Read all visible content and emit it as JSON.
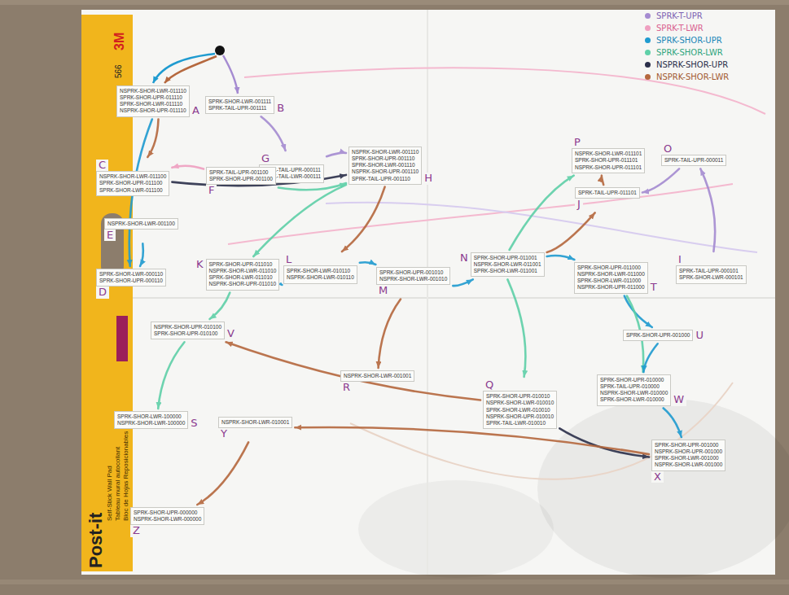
{
  "diagram": {
    "nodes": [
      {
        "text": [
          "A",
          "NSPRK-SHOR-LWR-011110",
          "SPRK-SHOR-UPR-011110",
          "SPRK-SHOR-LWR-011110",
          "NSPRK-SHOR-UPR-011110"
        ]
      },
      {
        "text": [
          "B",
          "SPRK-SHOR-LWR-001111",
          "SPRK-TAIL-UPR-001111"
        ]
      },
      {
        "text": [
          "G",
          "SPRK-TAIL-UPR-000111",
          "SPRK-TAIL-LWR-000111"
        ]
      },
      {
        "text": [
          "H",
          "NSPRK-SHOR-LWR-001110",
          "SPRK-SHOR-UPR-001110",
          "SPRK-SHOR-LWR-001110",
          "NSPRK-SHOR-UPR-001110",
          "SPRK-TAIL-UPR-001110"
        ]
      },
      {
        "text": [
          "P",
          "NSPRK-SHOR-LWR-011101",
          "SPRK-SHOR-UPR-011101",
          "NSPRK-SHOR-UPR-011101"
        ]
      },
      {
        "text": [
          "O",
          "SPRK-TAIL-UPR-000011"
        ]
      },
      {
        "text": [
          "C",
          "NSPRK-SHOR-LWR-011100",
          "SPRK-SHOR-UPR-011100",
          "SPRK-SHOR-LWR-011100"
        ]
      },
      {
        "text": [
          "F",
          "SPRK-TAIL-UPR-001100",
          "SPRK-SHOR-UPR-001100"
        ]
      },
      {
        "text": [
          "J",
          "SPRK-TAIL-UPR-011101"
        ]
      },
      {
        "text": [
          "E",
          "NSPRK-SHOR-LWR-001100"
        ]
      },
      {
        "text": [
          "D",
          "SPRK-SHOR-LWR-000110",
          "SPRK-SHOR-UPR-000110"
        ]
      },
      {
        "text": [
          "K",
          "SPRK-SHOR-UPR-011010",
          "NSPRK-SHOR-LWR-011010",
          "SPRK-SHOR-LWR-011010",
          "NSPRK-SHOR-UPR-011010"
        ]
      },
      {
        "text": [
          "L",
          "SPRK-SHOR-LWR-010110",
          "NSPRK-SHOR-LWR-010110"
        ]
      },
      {
        "text": [
          "M",
          "SPRK-SHOR-UPR-001010",
          "NSPRK-SHOR-LWR-001010"
        ]
      },
      {
        "text": [
          "N",
          "SPRK-SHOR-UPR-011001",
          "NSPRK-SHOR-LWR-011001",
          "SPRK-SHOR-LWR-011001"
        ]
      },
      {
        "text": [
          "T",
          "SPRK-SHOR-UPR-011000",
          "NSPRK-SHOR-LWR-011000",
          "SPRK-SHOR-LWR-011000",
          "NSPRK-SHOR-UPR-011000"
        ]
      },
      {
        "text": [
          "I",
          "SPRK-TAIL-UPR-000101",
          "SPRK-SHOR-LWR-000101"
        ]
      },
      {
        "text": [
          "V",
          "NSPRK-SHOR-UPR-010100",
          "SPRK-SHOR-UPR-010100"
        ]
      },
      {
        "text": [
          "U",
          "SPRK-SHOR-UPR-001000"
        ]
      },
      {
        "text": [
          "R",
          "NSPRK-SHOR-LWR-001001"
        ]
      },
      {
        "text": [
          "Q",
          "SPRK-SHOR-UPR-010010",
          "NSPRK-SHOR-LWR-010010",
          "SPRK-SHOR-LWR-010010",
          "NSPRK-SHOR-UPR-010010",
          "SPRK-TAIL-LWR-010010"
        ]
      },
      {
        "text": [
          "W",
          "SPRK-SHOR-UPR-010000",
          "SPRK-TAIL-UPR-010000",
          "NSPRK-SHOR-LWR-010000",
          "SPRK-SHOR-LWR-010000"
        ]
      },
      {
        "text": [
          "S",
          "SPRK-SHOR-LWR-100000",
          "NSPRK-SHOR-LWR-100000"
        ]
      },
      {
        "text": [
          "Y",
          "NSPRK-SHOR-LWR-010001"
        ]
      },
      {
        "text": [
          "X",
          "SPRK-SHOR-UPR-001000",
          "NSPRK-SHOR-UPR-001000",
          "SPRK-SHOR-LWR-001000",
          "NSPRK-SHOR-LWR-001000"
        ]
      },
      {
        "text": [
          "Z",
          "SPRK-SHOR-UPR-000000",
          "NSPRK-SHOR-LWR-000000"
        ]
      }
    ],
    "edges": [
      {
        "from": 0,
        "to": 6,
        "arrow": "to"
      },
      {
        "from": 0,
        "to": 10,
        "arrow": "to"
      },
      {
        "from": 1,
        "to": 2,
        "arrow": "to"
      },
      {
        "from": 6,
        "to": 3,
        "arrow": "to"
      },
      {
        "from": 9,
        "to": 10,
        "arrow": "to"
      },
      {
        "from": 7,
        "to": 3,
        "arrow": "to"
      },
      {
        "from": 2,
        "to": 3,
        "arrow": "to"
      },
      {
        "from": 3,
        "to": 11,
        "arrow": "to"
      },
      {
        "from": 3,
        "to": 12,
        "arrow": "to"
      },
      {
        "from": 11,
        "to": 12,
        "arrow": "to"
      },
      {
        "from": 12,
        "to": 13,
        "arrow": "to"
      },
      {
        "from": 13,
        "to": 14,
        "arrow": "to"
      },
      {
        "from": 14,
        "to": 4,
        "arrow": "to"
      },
      {
        "from": 14,
        "to": 8,
        "arrow": "to"
      },
      {
        "from": 8,
        "to": 4,
        "arrow": "to"
      },
      {
        "from": 16,
        "to": 5,
        "arrow": "to"
      },
      {
        "from": 5,
        "to": 8,
        "arrow": "to"
      },
      {
        "from": 15,
        "to": 18,
        "arrow": "to"
      },
      {
        "from": 15,
        "to": 21,
        "arrow": "to"
      },
      {
        "from": 18,
        "to": 21,
        "arrow": "to"
      },
      {
        "from": 21,
        "to": 24,
        "arrow": "to"
      },
      {
        "from": 20,
        "to": 24,
        "arrow": "to"
      },
      {
        "from": 14,
        "to": 20,
        "arrow": "to"
      },
      {
        "from": 13,
        "to": 19,
        "arrow": "to"
      },
      {
        "from": 11,
        "to": 17,
        "arrow": "to"
      },
      {
        "from": 17,
        "to": 22,
        "arrow": "to"
      },
      {
        "from": 20,
        "to": 17,
        "arrow": "to"
      },
      {
        "from": 24,
        "to": 23,
        "arrow": "to"
      },
      {
        "from": 23,
        "to": 25,
        "arrow": "to"
      },
      {
        "from": 7,
        "to": 6,
        "arrow": "to"
      },
      {
        "from": 14,
        "to": 15,
        "arrow": "to"
      }
    ],
    "labels": [
      "3M",
      "566",
      "Post-it",
      "Self-Stick Wall Pad",
      "Tableau mural autocollant",
      "Bloc de Hojas Reposicionables"
    ],
    "legend": [
      {
        "text": "SPRK-T-UPR",
        "color": "#a58bd1"
      },
      {
        "text": "SPRK-T-LWR",
        "color": "#ef9fc0"
      },
      {
        "text": "SPRK-SHOR-UPR",
        "color": "#1f9bd0"
      },
      {
        "text": "SPRK-SHOR-LWR",
        "color": "#5fd0a8"
      },
      {
        "text": "NSPRK-SHOR-UPR",
        "color": "#2b2f4a"
      },
      {
        "text": "NSPRK-SHOR-LWR",
        "color": "#b5683e"
      }
    ]
  }
}
